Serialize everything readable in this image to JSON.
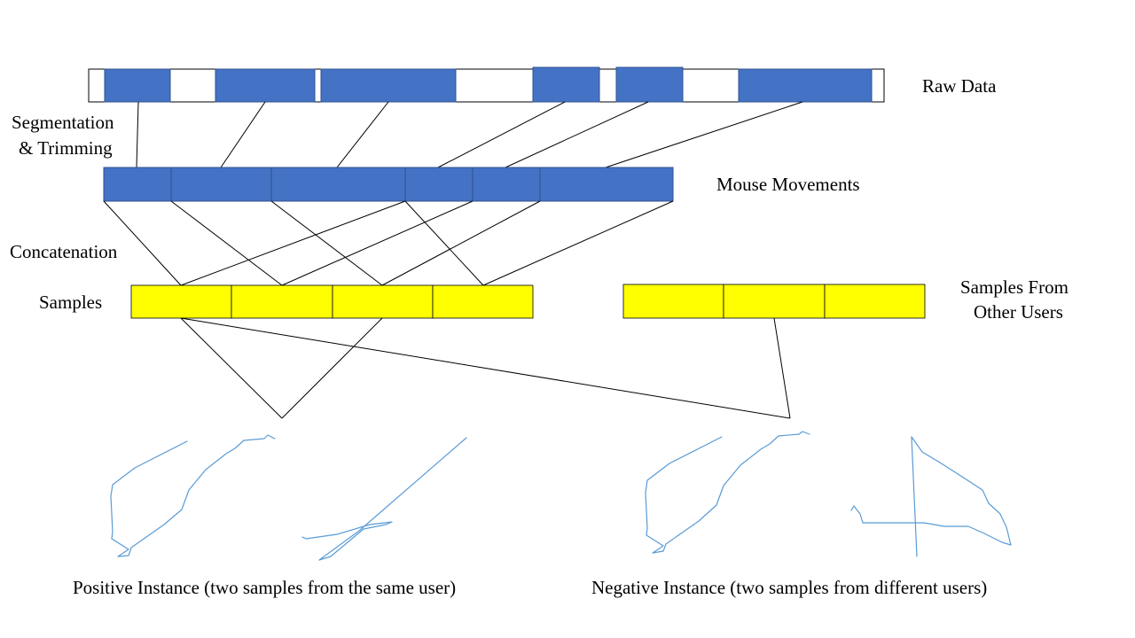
{
  "labels": {
    "raw_data": "Raw Data",
    "segmentation_line1": "Segmentation",
    "segmentation_line2": "& Trimming",
    "mouse_movements": "Mouse Movements",
    "concatenation": "Concatenation",
    "samples": "Samples",
    "other_users_line1": "Samples From",
    "other_users_line2": "Other Users",
    "positive_instance": "Positive Instance (two samples from the same user)",
    "negative_instance": "Negative Instance (two samples from different users)"
  },
  "colors": {
    "segment_blue": "#4472c4",
    "segment_border_blue": "#2f528f",
    "sample_yellow": "#ffff00",
    "trajectory_blue": "#5b9bd5",
    "line_black": "#000000"
  },
  "rows": {
    "raw_data_segments": 6,
    "mouse_movement_segments": 6,
    "user_samples": 4,
    "other_user_samples": 3
  }
}
